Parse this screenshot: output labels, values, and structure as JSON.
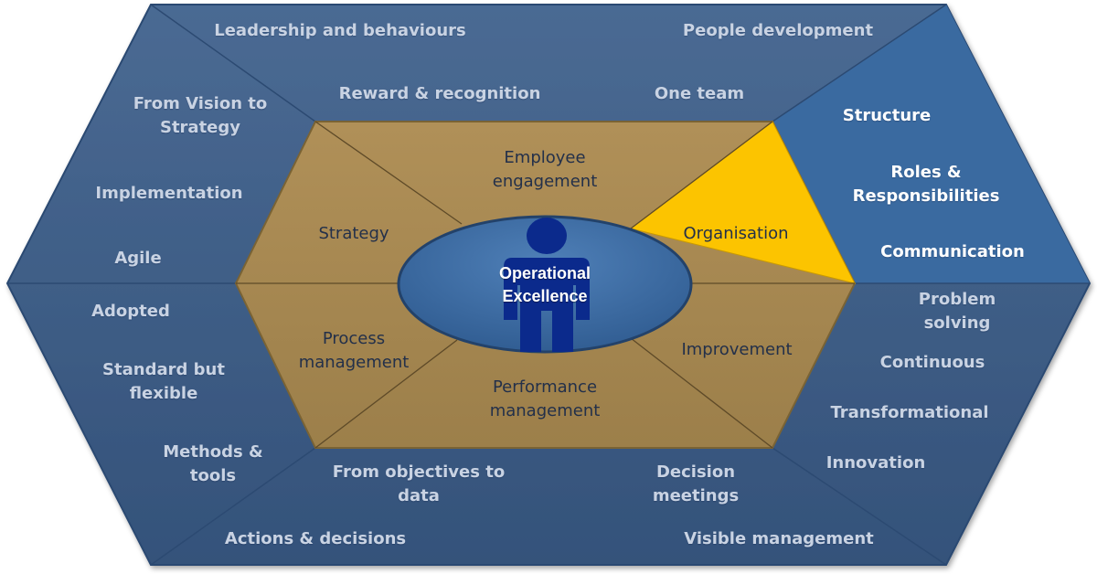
{
  "diagram": {
    "center": {
      "label": "Operational\nExcellence"
    },
    "inner_segments": [
      {
        "id": "strategy",
        "label": "Strategy"
      },
      {
        "id": "employee-engagement",
        "label": "Employee\nengagement"
      },
      {
        "id": "organisation",
        "label": "Organisation",
        "highlighted": true
      },
      {
        "id": "process-management",
        "label": "Process\nmanagement"
      },
      {
        "id": "performance-management",
        "label": "Performance\nmanagement"
      },
      {
        "id": "improvement",
        "label": "Improvement"
      }
    ],
    "outer_left_top": [
      "From Vision to\nStrategy",
      "Implementation",
      "Agile"
    ],
    "outer_left_bottom": [
      "Adopted",
      "Standard but\nflexible",
      "Methods &\ntools"
    ],
    "outer_top": [
      "Leadership and behaviours",
      "People development",
      "Reward & recognition",
      "One team"
    ],
    "outer_right_top": [
      "Structure",
      "Roles &\nResponsibilities",
      "Communication"
    ],
    "outer_right_bottom": [
      "Problem solving",
      "Continuous",
      "Transformational",
      "Innovation"
    ],
    "outer_bottom": [
      "From objectives to\ndata",
      "Decision\nmeetings",
      "Actions & decisions",
      "Visible management"
    ]
  },
  "colors": {
    "outer_fill": "#3e5d86",
    "outer_highlight_fill": "#3a6aa0",
    "inner_fill": "#a78a52",
    "inner_highlight_fill": "#fcc400",
    "ellipse_fill": "#3c699f",
    "person_fill": "#0b2a8c",
    "outer_text": "#c9d3e3",
    "outer_text_highlight": "#ffffff",
    "inner_text": "#23304a"
  }
}
